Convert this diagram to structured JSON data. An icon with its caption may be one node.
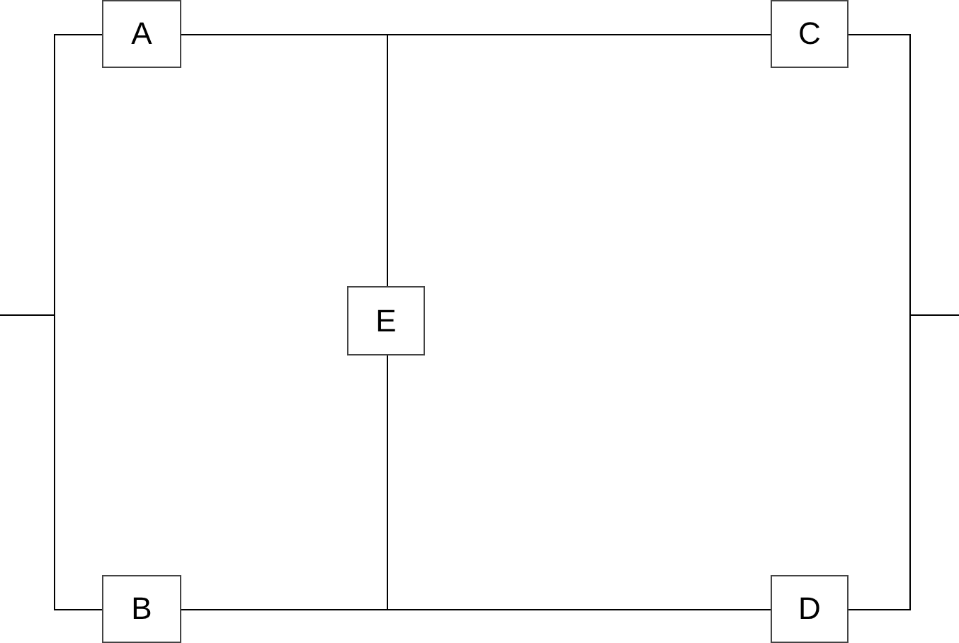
{
  "diagram": {
    "nodes": [
      {
        "text": [
          "A"
        ]
      },
      {
        "text": [
          "C"
        ]
      },
      {
        "text": [
          "E"
        ]
      },
      {
        "text": [
          "B"
        ]
      },
      {
        "text": [
          "D"
        ]
      }
    ],
    "edges": [
      {
        "from": null,
        "to": 0,
        "arrow": "none"
      },
      {
        "from": null,
        "to": 3,
        "arrow": "none"
      },
      {
        "from": 0,
        "to": 3,
        "arrow": "none"
      },
      {
        "from": 0,
        "to": 1,
        "arrow": "none"
      },
      {
        "from": 0,
        "to": 2,
        "arrow": "none"
      },
      {
        "from": 2,
        "to": 1,
        "arrow": "none"
      },
      {
        "from": 3,
        "to": 4,
        "arrow": "none"
      },
      {
        "from": 3,
        "to": 2,
        "arrow": "none"
      },
      {
        "from": 2,
        "to": 4,
        "arrow": "none"
      },
      {
        "from": 1,
        "to": 4,
        "arrow": "none"
      },
      {
        "from": 1,
        "to": null,
        "arrow": "none"
      },
      {
        "from": 4,
        "to": null,
        "arrow": "none"
      }
    ]
  }
}
